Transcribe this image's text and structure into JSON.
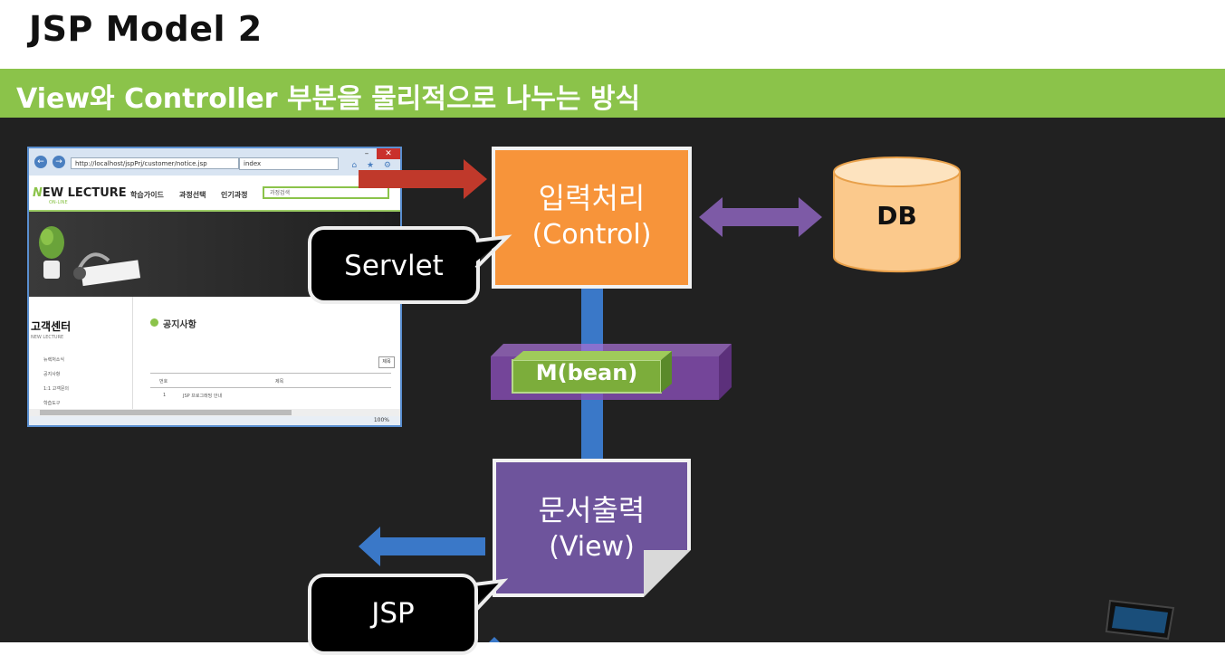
{
  "slide": {
    "title": "JSP Model 2",
    "subtitle": "View와 Controller 부분을 물리적으로 나누는 방식"
  },
  "browser": {
    "address": "http://localhost/jspPrj/customer/notice.jsp",
    "tab_label": "index",
    "site": {
      "logo_letter": "N",
      "logo_text": "EW LECTURE",
      "logo_sub": "ON-LINE",
      "menu": [
        "학습가이드",
        "과정선택",
        "인기과정"
      ],
      "search_placeholder": "과정검색",
      "sidebar_title": "고객센터",
      "sidebar_sub": "NEW LECTURE",
      "sidebar_items": [
        "뉴렉처소식",
        "공지사항",
        "1:1 고객문의",
        "학습도구"
      ],
      "notice_title": "공지사항",
      "write_button": "제목",
      "table_headers": [
        "번호",
        "제목"
      ],
      "table_row": [
        "1",
        "JSP 프로그래밍 안내"
      ],
      "zoom": "100%"
    }
  },
  "diagram": {
    "control_box": {
      "line1": "입력처리",
      "line2": "(Control)"
    },
    "view_box": {
      "line1": "문서출력",
      "line2": "(View)"
    },
    "db_label": "DB",
    "bean_label": "M(bean)",
    "servlet_label": "Servlet",
    "jsp_label": "JSP",
    "colors": {
      "control": "#f7943a",
      "view": "#6e549c",
      "db": "#fbc98c",
      "bean": "#7cad3b",
      "bean_glass": "#8a4fb8",
      "arrow_red": "#c0392b",
      "arrow_purple": "#7d5aa6",
      "arrow_blue": "#3a78c8",
      "stage": "#212121",
      "title_bar": "#8bc34a"
    }
  }
}
